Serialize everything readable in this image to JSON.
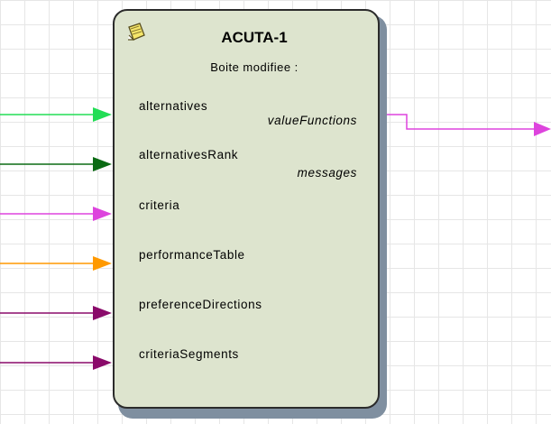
{
  "node": {
    "title": "ACUTA-1",
    "subtitle": "Boite modifiee :",
    "icon": "note-pad-icon"
  },
  "inputs": [
    {
      "key": "alternatives",
      "label": "alternatives",
      "color": "#22cc44",
      "wire": "#22dd55"
    },
    {
      "key": "alternatives-rank",
      "label": "alternativesRank",
      "color": "#0b6b14",
      "wire": "#0b6b14"
    },
    {
      "key": "criteria",
      "label": "criteria",
      "color": "#cc44cc",
      "wire": "#dd44dd"
    },
    {
      "key": "performance-table",
      "label": "performanceTable",
      "color": "#ff9900",
      "wire": "#ff9900"
    },
    {
      "key": "preference-directions",
      "label": "preferenceDirections",
      "color": "#8a0a6a",
      "wire": "#8a0a6a"
    },
    {
      "key": "criteria-segments",
      "label": "criteriaSegments",
      "color": "#8a0a6a",
      "wire": "#8a0a6a"
    }
  ],
  "outputs": [
    {
      "key": "value-functions",
      "label": "valueFunctions",
      "color": "#cc44cc",
      "wire": "#dd44dd"
    },
    {
      "key": "messages",
      "label": "messages",
      "color": "#ee3311",
      "wire": null
    }
  ]
}
